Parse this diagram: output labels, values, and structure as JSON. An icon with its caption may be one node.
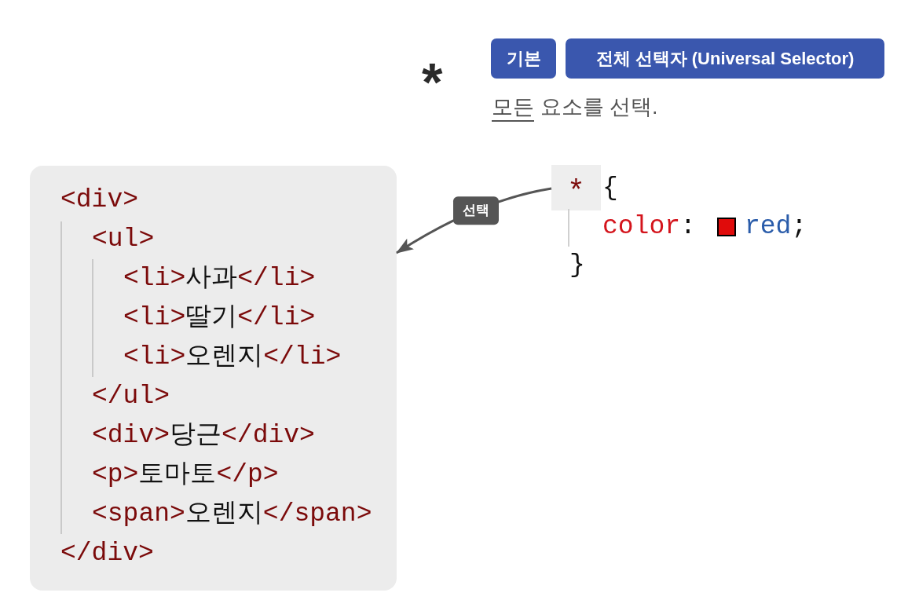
{
  "diagram": {
    "nodes": [
      {
        "text": [
          "기본"
        ]
      },
      {
        "text": [
          "전체 선택자 (Universal Selector)"
        ]
      },
      {
        "text": [
          "<div>",
          "<ul>",
          "<li>사과</li>",
          "<li>딸기</li>",
          "<li>오렌지</li>",
          "</ul>",
          "<div>당근</div>",
          "<p>토마토</p>",
          "<span>오렌지</span>",
          "</div>"
        ]
      },
      {
        "text": [
          "*"
        ]
      }
    ],
    "edges": [
      {
        "from": 3,
        "to": 2,
        "arrow": "to",
        "label": "선택"
      }
    ],
    "labels": [
      "*",
      "모든 요소를 선택.",
      "{",
      "color:",
      "red;",
      "}"
    ]
  }
}
